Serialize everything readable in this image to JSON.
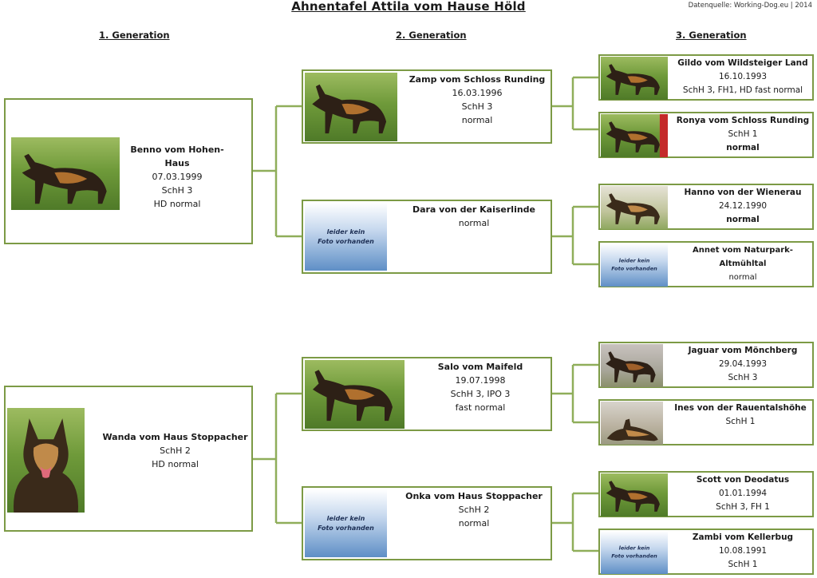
{
  "title": "Ahnentafel Attila vom Hause Höld",
  "source": "Datenquelle: Working-Dog.eu | 2014",
  "generations": [
    "1. Generation",
    "2. Generation",
    "3. Generation"
  ],
  "no_photo_text": [
    "leider kein",
    "Foto vorhanden"
  ],
  "colors": {
    "border": "#7c9a45",
    "connector": "#7c9a45"
  },
  "dogs": {
    "benno": {
      "name": "Benno vom Hohen-Haus",
      "lines": [
        "07.03.1999",
        "SchH 3",
        "HD normal"
      ]
    },
    "wanda": {
      "name": "Wanda vom Haus Stoppacher",
      "lines": [
        "SchH 2",
        "HD normal"
      ]
    },
    "zamp": {
      "name": "Zamp vom Schloss Runding",
      "lines": [
        "16.03.1996",
        "SchH 3",
        "normal"
      ]
    },
    "dara": {
      "name": "Dara von der Kaiserlinde",
      "lines": [
        "normal"
      ]
    },
    "salo": {
      "name": "Salo vom Maifeld",
      "lines": [
        "19.07.1998",
        "SchH 3, IPO 3",
        "fast normal"
      ]
    },
    "onka": {
      "name": "Onka vom Haus Stoppacher",
      "lines": [
        "SchH 2",
        "normal"
      ]
    },
    "gildo": {
      "name": "Gildo vom Wildsteiger Land",
      "lines": [
        "16.10.1993",
        "SchH 3, FH1, HD fast normal"
      ]
    },
    "ronya": {
      "name": "Ronya vom Schloss Runding",
      "lines": [
        "SchH 1",
        "normal"
      ]
    },
    "hanno": {
      "name": "Hanno von der Wienerau",
      "lines": [
        "24.12.1990",
        "normal"
      ]
    },
    "annet": {
      "name": "Annet vom Naturpark-Altmühltal",
      "lines": [
        "normal"
      ]
    },
    "jaguar": {
      "name": "Jaguar vom Mönchberg",
      "lines": [
        "29.04.1993",
        "SchH 3"
      ]
    },
    "ines": {
      "name": "Ines von der Rauentalshöhe",
      "lines": [
        "SchH 1"
      ]
    },
    "scott": {
      "name": "Scott von Deodatus",
      "lines": [
        "01.01.1994",
        "SchH 3, FH 1"
      ]
    },
    "zambi": {
      "name": "Zambi vom Kellerbug",
      "lines": [
        "10.08.1991",
        "SchH 1"
      ]
    }
  }
}
